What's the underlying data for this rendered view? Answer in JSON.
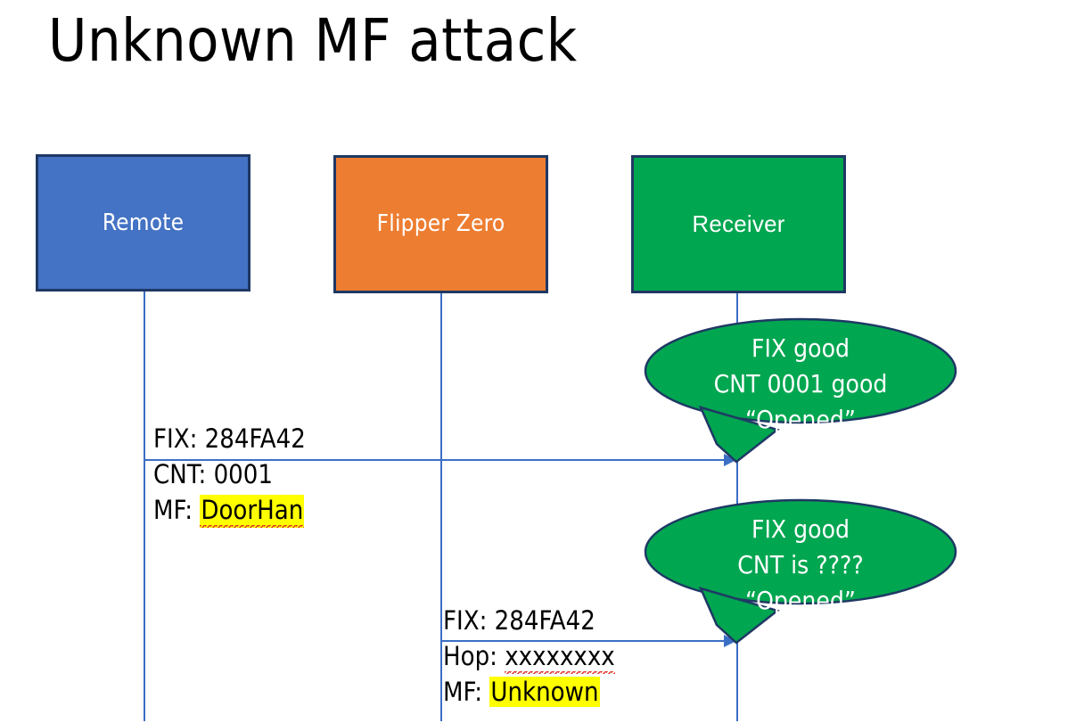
{
  "slide": {
    "title": "Unknown MF attack",
    "background": "#FFFFFF"
  },
  "colors": {
    "remote_fill": "#4472C4",
    "flipper_fill": "#ED7D31",
    "receiver_fill": "#00A650",
    "box_border": "#1F3864",
    "line": "#3B6FC4",
    "callout_fill": "#00A650",
    "callout_border": "#1F3864",
    "highlight": "#FFFF00",
    "spellcheck_underline": "#E03020",
    "text": "#000000",
    "box_text": "#FFFFFF"
  },
  "actors": [
    {
      "id": "remote",
      "label": "Remote"
    },
    {
      "id": "flipper",
      "label": "Flipper Zero"
    },
    {
      "id": "receiver",
      "label": "Receiver"
    }
  ],
  "messages": [
    {
      "id": "msg-1",
      "from": "remote",
      "to": "receiver",
      "lines": [
        {
          "label": "FIX: ",
          "value": "284FA42",
          "highlight": false,
          "spellcheck": false
        },
        {
          "label": "CNT: ",
          "value": "0001",
          "highlight": false,
          "spellcheck": false
        },
        {
          "label": "MF: ",
          "value": "DoorHan",
          "highlight": true,
          "spellcheck": true
        }
      ]
    },
    {
      "id": "msg-2",
      "from": "flipper",
      "to": "receiver",
      "lines": [
        {
          "label": "FIX: ",
          "value": "284FA42",
          "highlight": false,
          "spellcheck": false
        },
        {
          "label": "Hop: ",
          "value": "xxxxxxxx",
          "highlight": false,
          "spellcheck": true
        },
        {
          "label": "MF: ",
          "value": "Unknown",
          "highlight": true,
          "spellcheck": false
        }
      ]
    }
  ],
  "callouts": [
    {
      "id": "callout-1",
      "line1": "FIX good",
      "line2": "CNT 0001 good",
      "line3": "“Opened”"
    },
    {
      "id": "callout-2",
      "line1": "FIX good",
      "line2": "CNT is ????",
      "line3": "“Opened”"
    }
  ]
}
